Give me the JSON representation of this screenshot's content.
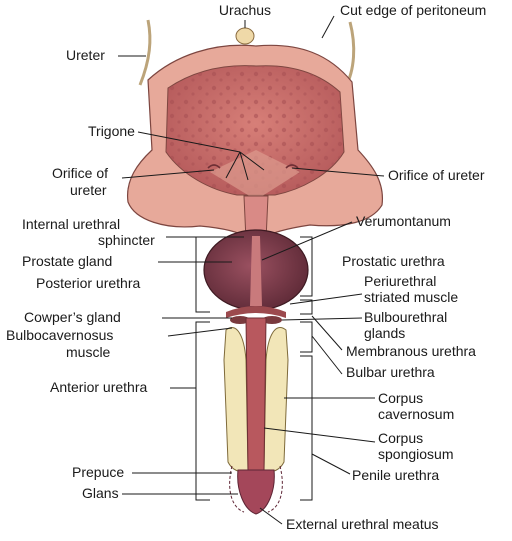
{
  "labels": {
    "urachus": "Urachus",
    "cut_edge": "Cut edge of peritoneum",
    "ureter": "Ureter",
    "trigone": "Trigone",
    "orifice_left_1": "Orifice of",
    "orifice_left_2": "ureter",
    "orifice_right": "Orifice of ureter",
    "internal_sphincter_1": "Internal urethral",
    "internal_sphincter_2": "sphincter",
    "verumontanum": "Verumontanum",
    "prostate_gland": "Prostate gland",
    "prostatic_urethra": "Prostatic urethra",
    "posterior_urethra": "Posterior urethra",
    "periurethral_1": "Periurethral",
    "periurethral_2": "striated muscle",
    "cowpers_gland": "Cowper’s gland",
    "bulbourethral_1": "Bulbourethral",
    "bulbourethral_2": "glands",
    "bulbocavernosus_1": "Bulbocavernosus",
    "bulbocavernosus_2": "muscle",
    "membranous_urethra": "Membranous urethra",
    "bulbar_urethra": "Bulbar urethra",
    "anterior_urethra": "Anterior urethra",
    "corpus_cavernosum_1": "Corpus",
    "corpus_cavernosum_2": "cavernosum",
    "corpus_spongiosum_1": "Corpus",
    "corpus_spongiosum_2": "spongiosum",
    "prepuce": "Prepuce",
    "penile_urethra": "Penile urethra",
    "glans": "Glans",
    "external_meatus": "External urethral meatus"
  },
  "colors": {
    "bladder_wall": "#e7a99a",
    "bladder_inner": "#c46a66",
    "prostate": "#7a3a48",
    "cavernosum": "#f2e6b8",
    "spongiosum": "#b8585e",
    "glans": "#a4475a"
  }
}
